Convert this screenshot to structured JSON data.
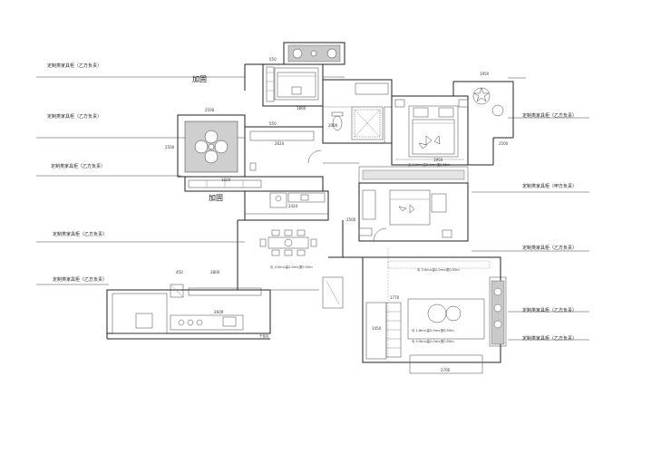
{
  "callouts_left": [
    "定制类家具柜（乙方负责）",
    "定制类家具柜（乙方负责）",
    "定制类家具柜（乙方负责）",
    "定制类家具柜（乙方负责）",
    "定制类家具柜（乙方负责）"
  ],
  "callouts_right": [
    "定制类家具柜（乙方负责）",
    "定制类家具柜（甲方负责）",
    "定制类家具柜（乙方负责）",
    "定制类家具柜（乙方负责）",
    "定制类家具柜（乙方负责）"
  ],
  "reinforce_labels": [
    "加固",
    "加固"
  ],
  "dimensions": [
    "550",
    "1950",
    "1800",
    "550",
    "2500",
    "2500",
    "2624",
    "1604",
    "1950",
    "2500",
    "2424",
    "450",
    "2800",
    "2609",
    "1770",
    "2700",
    "2500",
    "1450",
    "2000"
  ],
  "notes": [
    "干挂区",
    "长 4.5m×高2.0m×宽0.55m",
    "长 3.0m×高2.0m×宽0.55m",
    "长 1.8m×高2.0m×宽0.55m",
    "长 0.5m×高2.0m×宽0.55m",
    "长 3.0m×高2.0m×宽0.55m"
  ]
}
